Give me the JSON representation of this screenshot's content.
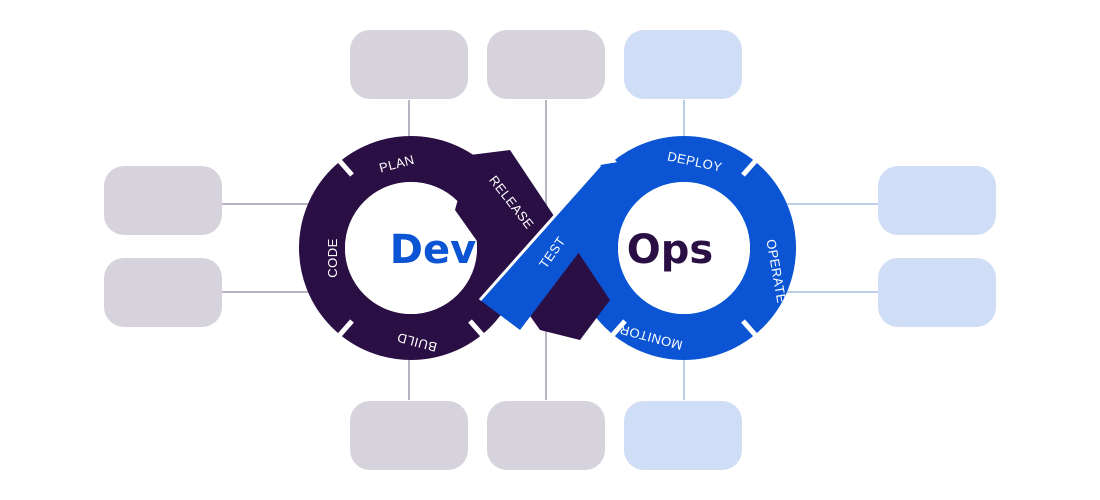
{
  "dev_word": "Dev",
  "ops_word": "Ops",
  "stages": {
    "plan": "PLAN",
    "code": "CODE",
    "build": "BUILD",
    "release": "RELEASE",
    "test": "TEST",
    "deploy": "DEPLOY",
    "operate": "OPERATE",
    "monitor": "MONITOR"
  },
  "colors": {
    "dev_loop": "#2a0f45",
    "ops_loop": "#0b55d4",
    "dev_word": "#0b55d4",
    "ops_word": "#2a0f45",
    "dev_box": "#d7d3dc",
    "ops_box": "#cfddf6",
    "dev_line": "#b9b3c2",
    "ops_line": "#bccde9"
  }
}
